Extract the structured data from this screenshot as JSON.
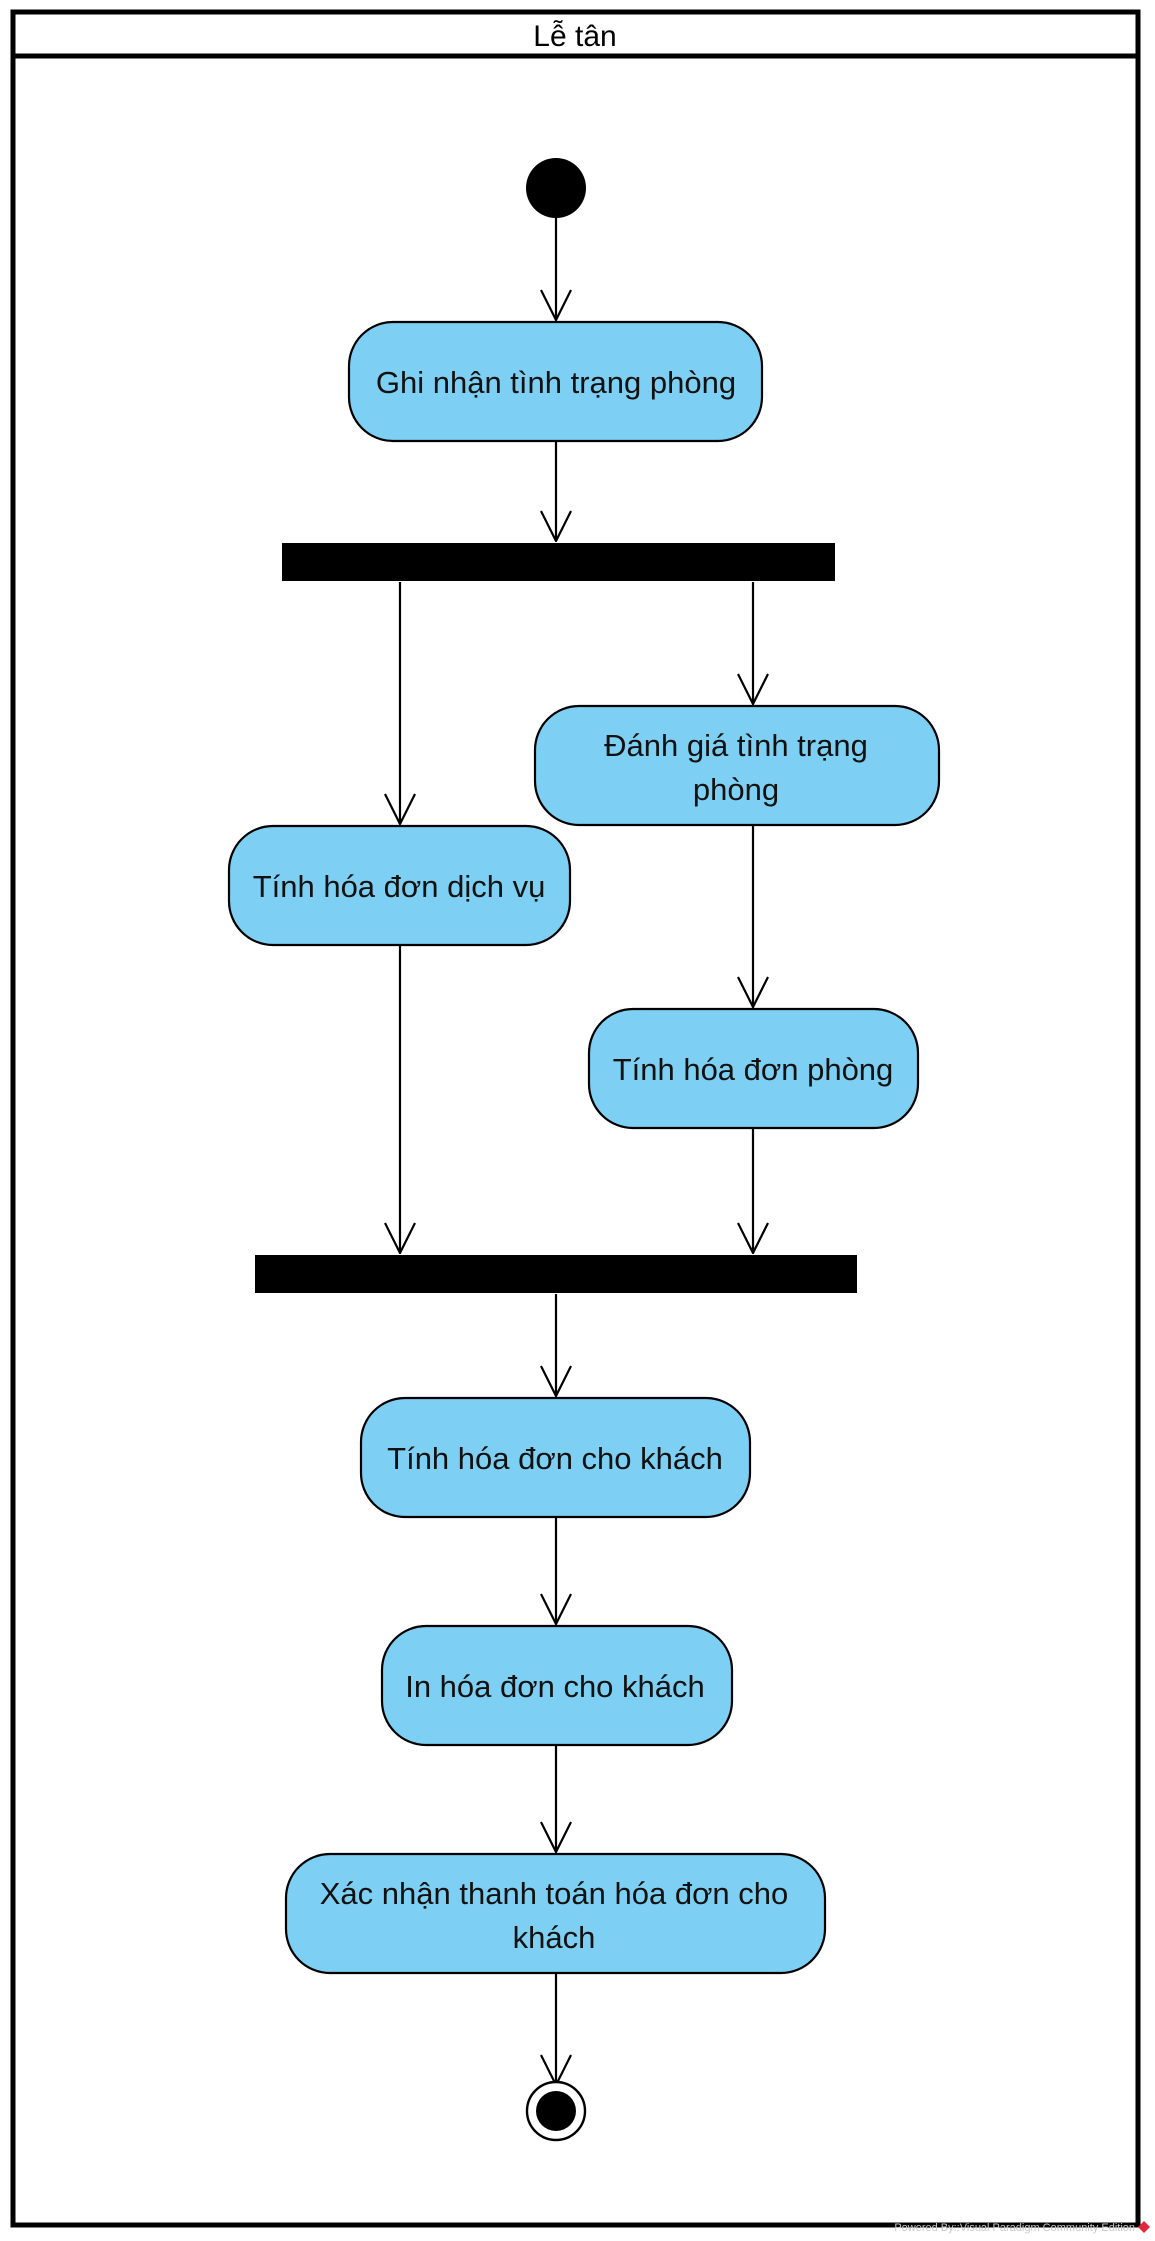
{
  "swimlane": {
    "title": "Lễ tân"
  },
  "activities": {
    "record_room_status": "Ghi nhận tình trạng phòng",
    "assess_room_status_line1": "Đánh giá tình trạng",
    "assess_room_status_line2": "phòng",
    "service_invoice": "Tính hóa đơn dịch vụ",
    "room_invoice": "Tính hóa đơn phòng",
    "guest_invoice": "Tính hóa đơn cho khách",
    "print_invoice": "In hóa đơn cho khách",
    "confirm_payment_line1": "Xác nhận thanh toán hóa đơn cho",
    "confirm_payment_line2": "khách"
  },
  "watermark": "Powered By::Visual Paradigm Community Edition",
  "colors": {
    "activity_fill": "#7dcff3",
    "stroke": "#000000",
    "bar_fill": "#000000",
    "watermark_icon": "#e0283c"
  },
  "icons": {
    "initial_node": "initial-node-icon",
    "final_node": "final-node-icon",
    "watermark_logo": "visual-paradigm-logo-icon"
  }
}
